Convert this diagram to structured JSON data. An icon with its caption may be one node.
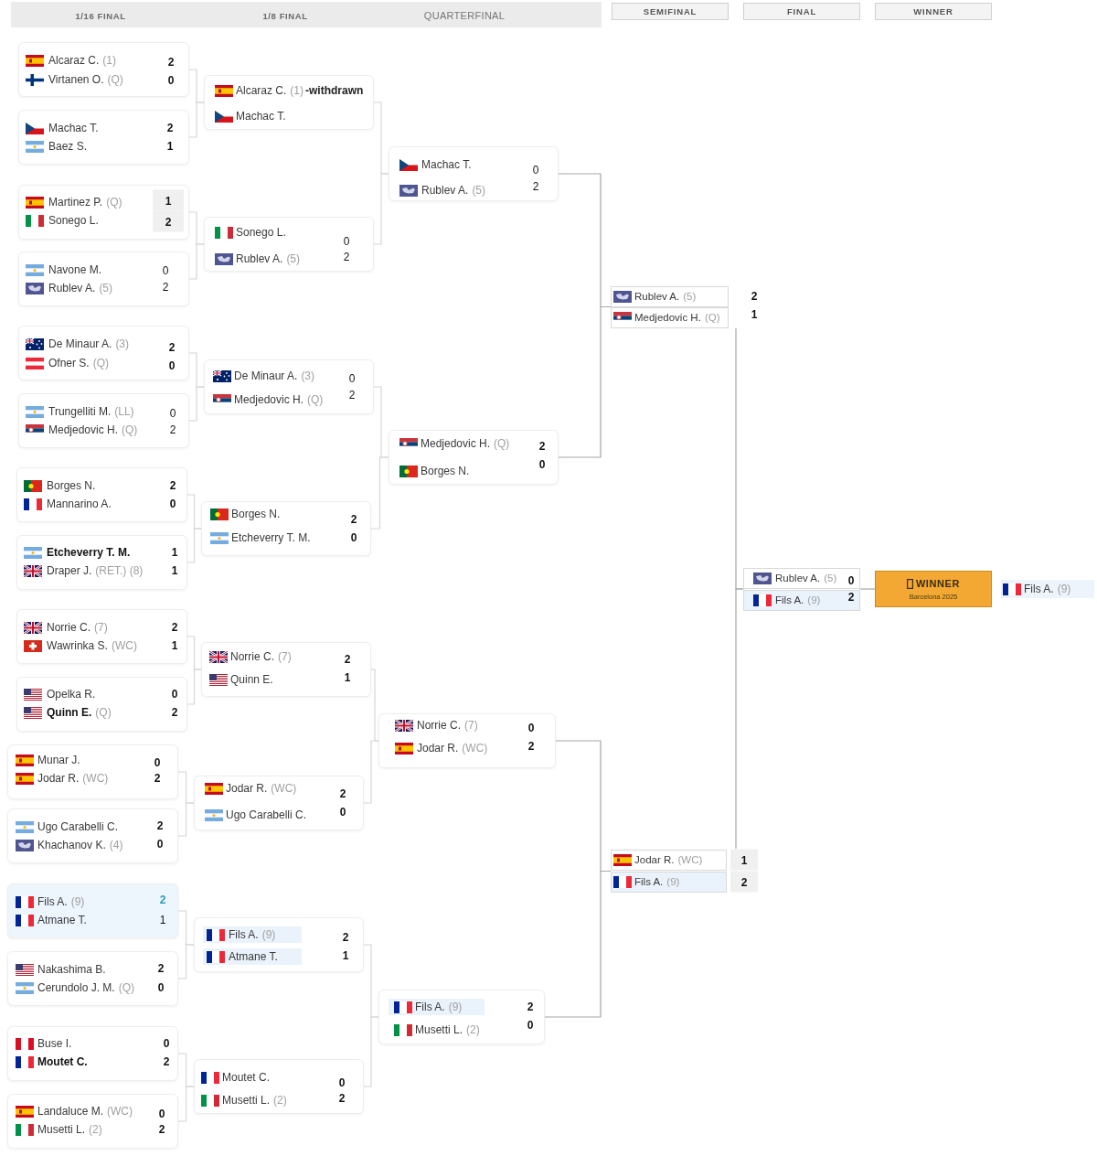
{
  "diagram": {
    "nodes": [
      {
        "text": [
          "Alcaraz C.",
          "(1)",
          "2",
          "Virtanen O.",
          "(Q)",
          "0"
        ]
      },
      {
        "text": [
          "Machac T.",
          "2",
          "Baez S.",
          "1"
        ]
      },
      {
        "text": [
          "Martinez P.",
          "(Q)",
          "1",
          "Sonego L.",
          "2"
        ]
      },
      {
        "text": [
          "Navone M.",
          "0",
          "Rublev A.",
          "(5)",
          "2"
        ]
      },
      {
        "text": [
          "De Minaur A.",
          "(3)",
          "2",
          "Ofner S.",
          "(Q)",
          "0"
        ]
      },
      {
        "text": [
          "Trungelliti M.",
          "(LL)",
          "0",
          "Medjedovic H.",
          "(Q)",
          "2"
        ]
      },
      {
        "text": [
          "Borges N.",
          "2",
          "Mannarino A.",
          "0"
        ]
      },
      {
        "text": [
          "Etcheverry T. M.",
          "1",
          "Draper J.",
          "(RET.) (8)",
          "1"
        ]
      },
      {
        "text": [
          "Norrie C.",
          "(7)",
          "2",
          "Wawrinka S.",
          "(WC)",
          "1"
        ]
      },
      {
        "text": [
          "Opelka R.",
          "0",
          "Quinn E.",
          "(Q)",
          "2"
        ]
      },
      {
        "text": [
          "Munar J.",
          "0",
          "Jodar R.",
          "(WC)",
          "2"
        ]
      },
      {
        "text": [
          "Ugo Carabelli C.",
          "2",
          "Khachanov K.",
          "(4)",
          "0"
        ]
      },
      {
        "text": [
          "Fils A.",
          "(9)",
          "2",
          "Atmane T.",
          "1"
        ]
      },
      {
        "text": [
          "Nakashima B.",
          "2",
          "Cerundolo J. M.",
          "(Q)",
          "0"
        ]
      },
      {
        "text": [
          "Buse I.",
          "0",
          "Moutet C.",
          "2"
        ]
      },
      {
        "text": [
          "Landaluce M.",
          "(WC)",
          "0",
          "Musetti L.",
          "(2)",
          "2"
        ]
      },
      {
        "text": [
          "Alcaraz C.",
          "(1)",
          "-withdrawn",
          "Machac T."
        ]
      },
      {
        "text": [
          "Sonego L.",
          "0",
          "Rublev A.",
          "(5)",
          "2"
        ]
      },
      {
        "text": [
          "De Minaur A.",
          "(3)",
          "0",
          "Medjedovic H.",
          "(Q)",
          "2"
        ]
      },
      {
        "text": [
          "Borges N.",
          "2",
          "Etcheverry T. M.",
          "0"
        ]
      },
      {
        "text": [
          "Norrie C.",
          "(7)",
          "2",
          "Quinn E.",
          "1"
        ]
      },
      {
        "text": [
          "Jodar R.",
          "(WC)",
          "2",
          "Ugo Carabelli C.",
          "0"
        ]
      },
      {
        "text": [
          "Fils A.",
          "(9)",
          "2",
          "Atmane T.",
          "1"
        ]
      },
      {
        "text": [
          "Moutet C.",
          "0",
          "Musetti L.",
          "(2)",
          "2"
        ]
      },
      {
        "text": [
          "Machac T.",
          "0",
          "Rublev A.",
          "(5)",
          "2"
        ]
      },
      {
        "text": [
          "Medjedovic H.",
          "(Q)",
          "2",
          "Borges N.",
          "0"
        ]
      },
      {
        "text": [
          "Norrie C.",
          "(7)",
          "0",
          "Jodar R.",
          "(WC)",
          "2"
        ]
      },
      {
        "text": [
          "Fils A.",
          "(9)",
          "2",
          "Musetti L.",
          "(2)",
          "0"
        ]
      },
      {
        "text": [
          "Rublev A.",
          "(5)",
          "2",
          "Medjedovic H.",
          "(Q)",
          "1"
        ]
      },
      {
        "text": [
          "Jodar R.",
          "(WC)",
          "1",
          "Fils A.",
          "(9)",
          "2"
        ]
      },
      {
        "text": [
          "Rublev A.",
          "(5)",
          "0",
          "Fils A.",
          "(9)",
          "2"
        ]
      },
      {
        "text": [
          "WINNER",
          "Barcelona 2025"
        ]
      },
      {
        "text": [
          "Fils A.",
          "(9)"
        ]
      }
    ],
    "edges": [
      {
        "from": 0,
        "to": 16,
        "arrow": "none"
      },
      {
        "from": 1,
        "to": 16,
        "arrow": "none"
      },
      {
        "from": 2,
        "to": 17,
        "arrow": "none"
      },
      {
        "from": 3,
        "to": 17,
        "arrow": "none"
      },
      {
        "from": 4,
        "to": 18,
        "arrow": "none"
      },
      {
        "from": 5,
        "to": 18,
        "arrow": "none"
      },
      {
        "from": 6,
        "to": 19,
        "arrow": "none"
      },
      {
        "from": 7,
        "to": 19,
        "arrow": "none"
      },
      {
        "from": 8,
        "to": 20,
        "arrow": "none"
      },
      {
        "from": 9,
        "to": 20,
        "arrow": "none"
      },
      {
        "from": 10,
        "to": 21,
        "arrow": "none"
      },
      {
        "from": 11,
        "to": 21,
        "arrow": "none"
      },
      {
        "from": 12,
        "to": 22,
        "arrow": "none"
      },
      {
        "from": 13,
        "to": 22,
        "arrow": "none"
      },
      {
        "from": 14,
        "to": 23,
        "arrow": "none"
      },
      {
        "from": 15,
        "to": 23,
        "arrow": "none"
      },
      {
        "from": 16,
        "to": 24,
        "arrow": "none"
      },
      {
        "from": 17,
        "to": 24,
        "arrow": "none"
      },
      {
        "from": 18,
        "to": 25,
        "arrow": "none"
      },
      {
        "from": 19,
        "to": 25,
        "arrow": "none"
      },
      {
        "from": 20,
        "to": 26,
        "arrow": "none"
      },
      {
        "from": 21,
        "to": 26,
        "arrow": "none"
      },
      {
        "from": 22,
        "to": 27,
        "arrow": "none"
      },
      {
        "from": 23,
        "to": 27,
        "arrow": "none"
      },
      {
        "from": 24,
        "to": 28,
        "arrow": "none",
        "color": "#a6a6a6"
      },
      {
        "from": 25,
        "to": 28,
        "arrow": "none",
        "color": "#a6a6a6"
      },
      {
        "from": 26,
        "to": 29,
        "arrow": "none",
        "color": "#a6a6a6"
      },
      {
        "from": 27,
        "to": 29,
        "arrow": "none",
        "color": "#a6a6a6"
      },
      {
        "from": 28,
        "to": 30,
        "arrow": "none",
        "color": "#a6a6a6"
      },
      {
        "from": 29,
        "to": 30,
        "arrow": "none",
        "color": "#a6a6a6"
      },
      {
        "from": 30,
        "to": 31,
        "arrow": "none",
        "color": "#a6a6a6"
      }
    ],
    "labels": [
      "1/16 FINAL",
      "1/8 FINAL",
      "QUARTERFINAL",
      "SEMIFINAL",
      "FINAL",
      "WINNER"
    ]
  }
}
